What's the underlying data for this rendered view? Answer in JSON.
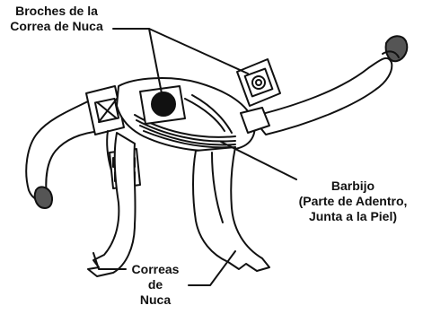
{
  "labels": {
    "broches": [
      "Broches de la",
      "Correa de Nuca"
    ],
    "barbijo": [
      "Barbijo",
      "(Parte de Adentro,",
      "Junta a la Piel)"
    ],
    "correas": [
      "Correas",
      "de",
      "Nuca"
    ]
  },
  "colors": {
    "ink": "#111111",
    "paper": "#ffffff",
    "fill_dark": "#555555",
    "fill_black": "#111111"
  },
  "icons": [
    "snap-button-icon",
    "buckle-icon",
    "stitch-box-icon"
  ]
}
